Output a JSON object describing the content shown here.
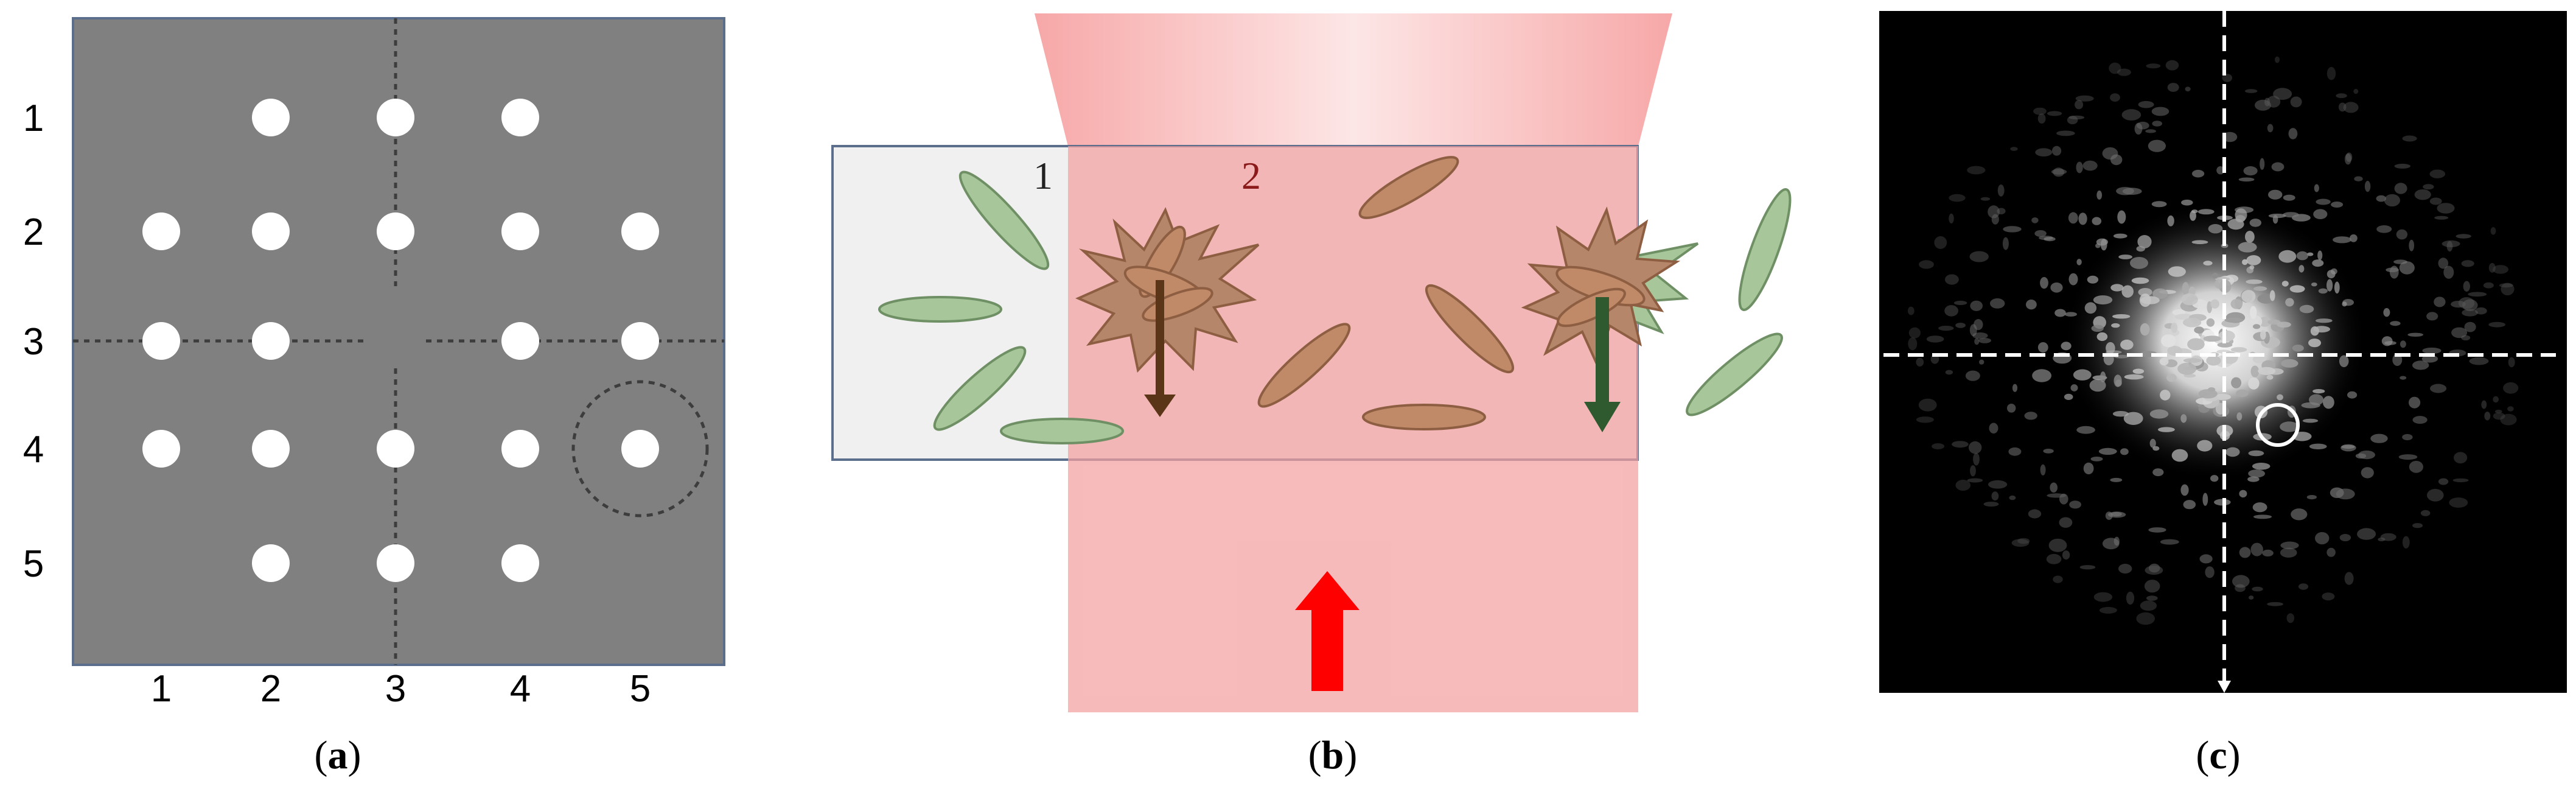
{
  "panel_a": {
    "caption": {
      "open": "(",
      "letter": "a",
      "close": ")"
    },
    "row_labels": [
      "1",
      "2",
      "3",
      "4",
      "5"
    ],
    "col_labels": [
      "1",
      "2",
      "3",
      "4",
      "5"
    ],
    "dots_rows": [
      [
        2,
        3,
        4
      ],
      [
        1,
        2,
        3,
        4,
        5
      ],
      [
        1,
        2,
        4,
        5
      ],
      [
        1,
        2,
        3,
        4,
        5
      ],
      [
        2,
        3,
        4
      ]
    ],
    "highlight": {
      "row": 4,
      "col": 5
    },
    "colors": {
      "background": "#808080",
      "dot": "#ffffff",
      "border": "#5b6f8c"
    }
  },
  "panel_b": {
    "caption": {
      "open": "(",
      "letter": "b",
      "close": ")"
    },
    "labels": [
      "1",
      "2"
    ],
    "colors": {
      "beam": "#f8b4b4",
      "arrow_up": "#ff0000",
      "arrow_brown": "#5a3518",
      "arrow_green": "#2f5a2f",
      "green_ellipse": "#a7c79a",
      "brown_ellipse": "#c08a68",
      "star": "#b5866a",
      "cuvette": "#f0f0f0"
    }
  },
  "panel_c": {
    "caption": {
      "open": "(",
      "letter": "c",
      "close": ")"
    },
    "colors": {
      "background": "#000000",
      "crosshair": "#ffffff"
    }
  }
}
